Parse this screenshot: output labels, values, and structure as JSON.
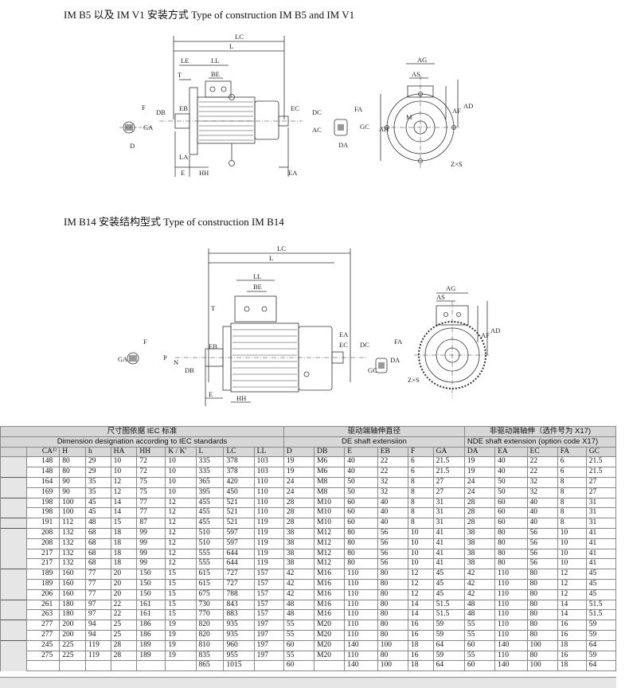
{
  "headings": {
    "b5_v1": "IM B5 以及 IM V1 安装方式 Type of construction IM B5 and IM V1",
    "b14": "IM B14 安装结构型式 Type of construction IM B14"
  },
  "drawing_labels": {
    "LC": "LC",
    "L": "L",
    "LE": "LE",
    "LL": "LL",
    "BE": "BE",
    "T": "T",
    "F": "F",
    "DB": "DB",
    "EB": "EB",
    "EC": "EC",
    "DC": "DC",
    "GA": "GA",
    "D": "D",
    "LA": "LA",
    "E": "E",
    "HH": "HH",
    "EA": "EA",
    "AC": "AC",
    "FA": "FA",
    "GC": "GC",
    "DA": "DA",
    "AG": "AG",
    "AS": "AS",
    "AF": "AF",
    "AD": "AD",
    "AH": "AH",
    "M": "M",
    "N": "N",
    "P": "P",
    "ZxS": "Z×S"
  },
  "table": {
    "group_headers": [
      {
        "cn": "尺寸图依据 IEC 标准",
        "en": "Dimension designation according to IEC standards"
      },
      {
        "cn": "驱动端轴伸直径",
        "en": "DE shaft extensiion"
      },
      {
        "cn": "非驱动端轴伸（选件号为 X17)",
        "en": "NDE shaft extension (option code X17)"
      }
    ],
    "columns": [
      "CA¹⁾",
      "H",
      "h",
      "HA",
      "HH",
      "K / K'",
      "L",
      "LC",
      "LL",
      "D",
      "DB",
      "E",
      "EB",
      "F",
      "GA",
      "DA",
      "EA",
      "EC",
      "FA",
      "GC"
    ],
    "groups": [
      [
        [
          "148",
          "80",
          "29",
          "10",
          "72",
          "10",
          "335",
          "378",
          "103",
          "19",
          "M6",
          "40",
          "22",
          "6",
          "21.5",
          "19",
          "40",
          "22",
          "6",
          "21.5"
        ],
        [
          "148",
          "80",
          "29",
          "10",
          "72",
          "10",
          "335",
          "378",
          "103",
          "19",
          "M6",
          "40",
          "22",
          "6",
          "21.5",
          "19",
          "40",
          "22",
          "6",
          "21.5"
        ]
      ],
      [
        [
          "164",
          "90",
          "35",
          "12",
          "75",
          "10",
          "365",
          "420",
          "110",
          "24",
          "M8",
          "50",
          "32",
          "8",
          "27",
          "24",
          "50",
          "32",
          "8",
          "27"
        ],
        [
          "169",
          "90",
          "35",
          "12",
          "75",
          "10",
          "395",
          "450",
          "110",
          "24",
          "M8",
          "50",
          "32",
          "8",
          "27",
          "24",
          "50",
          "32",
          "8",
          "27"
        ]
      ],
      [
        [
          "198",
          "100",
          "45",
          "14",
          "77",
          "12",
          "455",
          "521",
          "110",
          "28",
          "M10",
          "60",
          "40",
          "8",
          "31",
          "28",
          "60",
          "40",
          "8",
          "31"
        ],
        [
          "198",
          "100",
          "45",
          "14",
          "77",
          "12",
          "455",
          "521",
          "110",
          "28",
          "M10",
          "60",
          "40",
          "8",
          "31",
          "28",
          "60",
          "40",
          "8",
          "31"
        ]
      ],
      [
        [
          "191",
          "112",
          "48",
          "15",
          "87",
          "12",
          "455",
          "521",
          "119",
          "28",
          "M10",
          "60",
          "40",
          "8",
          "31",
          "28",
          "60",
          "40",
          "8",
          "31"
        ]
      ],
      [
        [
          "208",
          "132",
          "68",
          "18",
          "99",
          "12",
          "510",
          "597",
          "119",
          "38",
          "M12",
          "80",
          "56",
          "10",
          "41",
          "38",
          "80",
          "56",
          "10",
          "41"
        ],
        [
          "208",
          "132",
          "68",
          "18",
          "99",
          "12",
          "510",
          "597",
          "119",
          "38",
          "M12",
          "80",
          "56",
          "10",
          "41",
          "38",
          "80",
          "56",
          "10",
          "41"
        ],
        [
          "217",
          "132",
          "68",
          "18",
          "99",
          "12",
          "555",
          "644",
          "119",
          "38",
          "M12",
          "80",
          "56",
          "10",
          "41",
          "38",
          "80",
          "56",
          "10",
          "41"
        ],
        [
          "217",
          "132",
          "68",
          "18",
          "99",
          "12",
          "555",
          "644",
          "119",
          "38",
          "M12",
          "80",
          "56",
          "10",
          "41",
          "38",
          "80",
          "56",
          "10",
          "41"
        ]
      ],
      [
        [
          "189",
          "160",
          "77",
          "20",
          "150",
          "15",
          "615",
          "727",
          "157",
          "42",
          "M16",
          "110",
          "80",
          "12",
          "45",
          "42",
          "110",
          "80",
          "12",
          "45"
        ],
        [
          "189",
          "160",
          "77",
          "20",
          "150",
          "15",
          "615",
          "727",
          "157",
          "42",
          "M16",
          "110",
          "80",
          "12",
          "45",
          "42",
          "110",
          "80",
          "12",
          "45"
        ],
        [
          "206",
          "160",
          "77",
          "20",
          "150",
          "15",
          "675",
          "788",
          "157",
          "42",
          "M16",
          "110",
          "80",
          "12",
          "45",
          "42",
          "110",
          "80",
          "12",
          "45"
        ]
      ],
      [
        [
          "261",
          "180",
          "97",
          "22",
          "161",
          "15",
          "730",
          "843",
          "157",
          "48",
          "M16",
          "110",
          "80",
          "14",
          "51.5",
          "48",
          "110",
          "80",
          "14",
          "51.5"
        ],
        [
          "263",
          "180",
          "97",
          "22",
          "161",
          "15",
          "770",
          "883",
          "157",
          "48",
          "M16",
          "110",
          "80",
          "14",
          "51.5",
          "48",
          "110",
          "80",
          "14",
          "51.5"
        ]
      ],
      [
        [
          "277",
          "200",
          "94",
          "25",
          "186",
          "19",
          "820",
          "935",
          "197",
          "55",
          "M20",
          "110",
          "80",
          "16",
          "59",
          "55",
          "110",
          "80",
          "16",
          "59"
        ],
        [
          "277",
          "200",
          "94",
          "25",
          "186",
          "19",
          "820",
          "935",
          "197",
          "55",
          "M20",
          "110",
          "80",
          "16",
          "59",
          "55",
          "110",
          "80",
          "16",
          "59"
        ]
      ],
      [
        [
          "245",
          "225",
          "119",
          "28",
          "189",
          "19",
          "810",
          "960",
          "197",
          "60",
          "M20",
          "140",
          "100",
          "18",
          "64",
          "60",
          "140",
          "100",
          "18",
          "64"
        ],
        [
          "275",
          "225",
          "119",
          "28",
          "189",
          "19",
          "835",
          "955",
          "197",
          "55",
          "M20",
          "110",
          "80",
          "16",
          "59",
          "55",
          "110",
          "80",
          "16",
          "59"
        ],
        [
          "",
          "",
          "",
          "",
          "",
          "",
          "865",
          "1015",
          "",
          "60",
          "",
          "140",
          "100",
          "18",
          "64",
          "60",
          "140",
          "100",
          "18",
          "64"
        ]
      ]
    ]
  }
}
